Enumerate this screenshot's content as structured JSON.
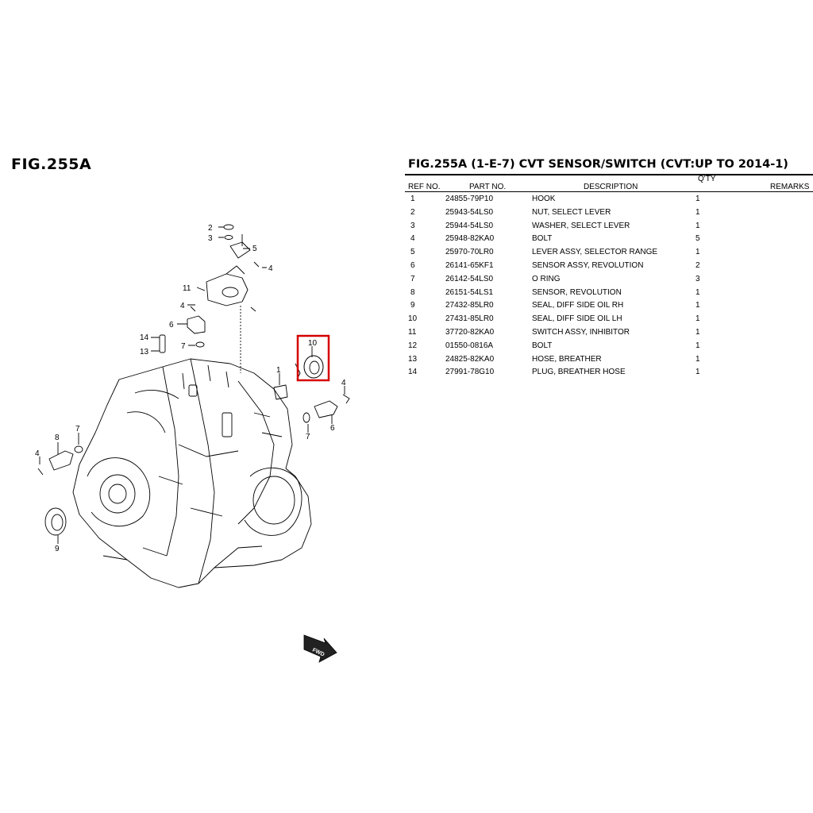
{
  "figure": {
    "label": "FIG.255A"
  },
  "parts_list": {
    "title": "FIG.255A (1-E-7) CVT SENSOR/SWITCH (CVT:UP TO 2014-1)",
    "headers": {
      "ref": "REF NO.",
      "part": "PART NO.",
      "desc": "DESCRIPTION",
      "qty": "Q'TY",
      "remarks": "REMARKS"
    },
    "rows": [
      {
        "ref": "1",
        "part": "24855-79P10",
        "desc": "HOOK",
        "qty": "1"
      },
      {
        "ref": "2",
        "part": "25943-54LS0",
        "desc": "NUT, SELECT LEVER",
        "qty": "1"
      },
      {
        "ref": "3",
        "part": "25944-54LS0",
        "desc": "WASHER, SELECT LEVER",
        "qty": "1"
      },
      {
        "ref": "4",
        "part": "25948-82KA0",
        "desc": "BOLT",
        "qty": "5"
      },
      {
        "ref": "5",
        "part": "25970-70LR0",
        "desc": "LEVER ASSY, SELECTOR RANGE",
        "qty": "1"
      },
      {
        "ref": "6",
        "part": "26141-65KF1",
        "desc": "SENSOR ASSY, REVOLUTION",
        "qty": "2"
      },
      {
        "ref": "7",
        "part": "26142-54LS0",
        "desc": "O RING",
        "qty": "3"
      },
      {
        "ref": "8",
        "part": "26151-54LS1",
        "desc": "SENSOR, REVOLUTION",
        "qty": "1"
      },
      {
        "ref": "9",
        "part": "27432-85LR0",
        "desc": "SEAL, DIFF SIDE OIL RH",
        "qty": "1"
      },
      {
        "ref": "10",
        "part": "27431-85LR0",
        "desc": "SEAL, DIFF SIDE OIL LH",
        "qty": "1"
      },
      {
        "ref": "11",
        "part": "37720-82KA0",
        "desc": "SWITCH ASSY, INHIBITOR",
        "qty": "1"
      },
      {
        "ref": "12",
        "part": "01550-0816A",
        "desc": "BOLT",
        "qty": "1"
      },
      {
        "ref": "13",
        "part": "24825-82KA0",
        "desc": "HOSE, BREATHER",
        "qty": "1"
      },
      {
        "ref": "14",
        "part": "27991-78G10",
        "desc": "PLUG, BREATHER HOSE",
        "qty": "1"
      }
    ]
  },
  "callouts": {
    "c2": "2",
    "c3": "3",
    "c5": "5",
    "c4a": "4",
    "c11": "11",
    "c4b": "4",
    "c6a": "6",
    "c14": "14",
    "c13": "13",
    "c7a": "7",
    "c10": "10",
    "c1": "1",
    "c4c": "4",
    "c7b": "7",
    "c6b": "6",
    "c8": "8",
    "c7c": "7",
    "c4d": "4",
    "c9": "9"
  },
  "forward_marker": "FWD",
  "highlight_color": "#d40000"
}
